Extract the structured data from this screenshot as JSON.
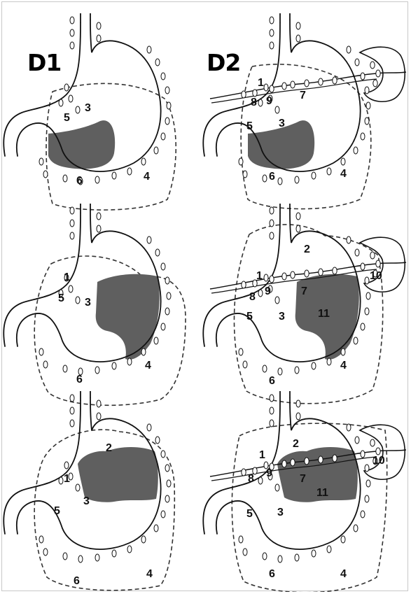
{
  "figure": {
    "column_titles": [
      "D1",
      "D2"
    ],
    "colors": {
      "tumor": "#5f5f5f",
      "line": "#111111",
      "dash": "#333333",
      "background": "#ffffff"
    },
    "panels": [
      {
        "id": "d1-distal",
        "column": "D1",
        "tumor": "distal",
        "stations": [
          "3",
          "5",
          "6",
          "4"
        ]
      },
      {
        "id": "d2-distal",
        "column": "D2",
        "tumor": "distal",
        "stations": [
          "1",
          "8",
          "9",
          "7",
          "5",
          "3",
          "6",
          "4"
        ]
      },
      {
        "id": "d1-middle",
        "column": "D1",
        "tumor": "middle",
        "stations": [
          "1",
          "3",
          "5",
          "6",
          "4"
        ]
      },
      {
        "id": "d2-middle",
        "column": "D2",
        "tumor": "middle",
        "stations": [
          "2",
          "1",
          "8",
          "9",
          "7",
          "10",
          "5",
          "3",
          "11",
          "6",
          "4"
        ]
      },
      {
        "id": "d1-proximal",
        "column": "D1",
        "tumor": "proximal",
        "stations": [
          "2",
          "1",
          "5",
          "3",
          "6",
          "4"
        ]
      },
      {
        "id": "d2-proximal",
        "column": "D2",
        "tumor": "proximal",
        "stations": [
          "1",
          "2",
          "9",
          "8",
          "7",
          "10",
          "11",
          "5",
          "3",
          "6",
          "4"
        ]
      }
    ]
  }
}
